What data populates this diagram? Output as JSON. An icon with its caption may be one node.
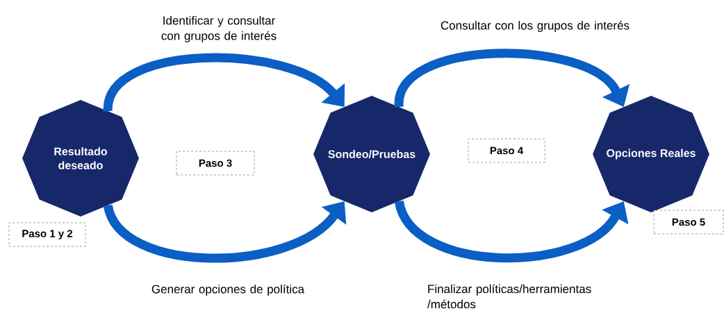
{
  "diagram": {
    "nodes": [
      {
        "text": [
          "Resultado deseado"
        ]
      },
      {
        "text": [
          "Paso 3"
        ]
      },
      {
        "text": [
          "Sondeo/Pruebas"
        ]
      },
      {
        "text": [
          "Paso 4"
        ]
      },
      {
        "text": [
          "Opciones Reales"
        ]
      },
      {
        "text": [
          "Paso 5"
        ]
      },
      {
        "text": [
          "Paso 1 y 2"
        ]
      }
    ],
    "edges": [
      {
        "from": 0,
        "to": 2,
        "arrow": "to",
        "label": "Identificar y consultar con grupos de interés"
      },
      {
        "from": 0,
        "to": 2,
        "arrow": "to",
        "label": "Generar opciones de política"
      },
      {
        "from": 2,
        "to": 4,
        "arrow": "to",
        "label": "Consultar con los grupos de interés"
      },
      {
        "from": 2,
        "to": 4,
        "arrow": "to",
        "label": "Finalizar políticas/herramientas /métodos"
      }
    ]
  }
}
